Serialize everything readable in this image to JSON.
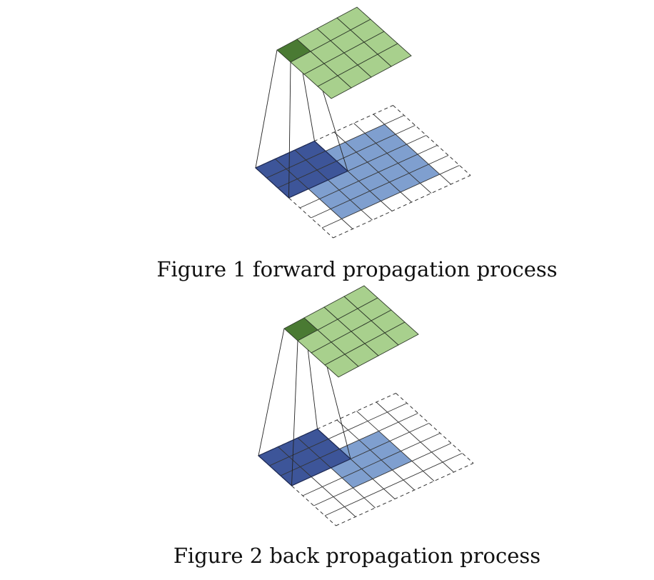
{
  "captions": {
    "fig1": "Figure 1 forward propagation process",
    "fig2": "Figure 2 back propagation process"
  },
  "colors": {
    "output_cell": "#a8d08d",
    "output_selected": "#4a7a33",
    "kernel_region": "#3d5599",
    "input_active": "#7f9fcf",
    "grid_line": "#333333",
    "white_cell": "#ffffff"
  },
  "figures": [
    {
      "name": "forward-propagation",
      "output_grid": {
        "rows": 4,
        "cols": 4
      },
      "input_grid": {
        "rows": 7,
        "cols": 7,
        "padding": 1
      },
      "kernel": {
        "rows": 3,
        "cols": 3
      },
      "active_region": "5x5 inner cells"
    },
    {
      "name": "back-propagation",
      "output_grid": {
        "rows": 4,
        "cols": 4
      },
      "input_grid": {
        "rows": 7,
        "cols": 7,
        "padding": 2
      },
      "kernel": {
        "rows": 3,
        "cols": 3
      },
      "active_region": "3x3 inner cells"
    }
  ]
}
